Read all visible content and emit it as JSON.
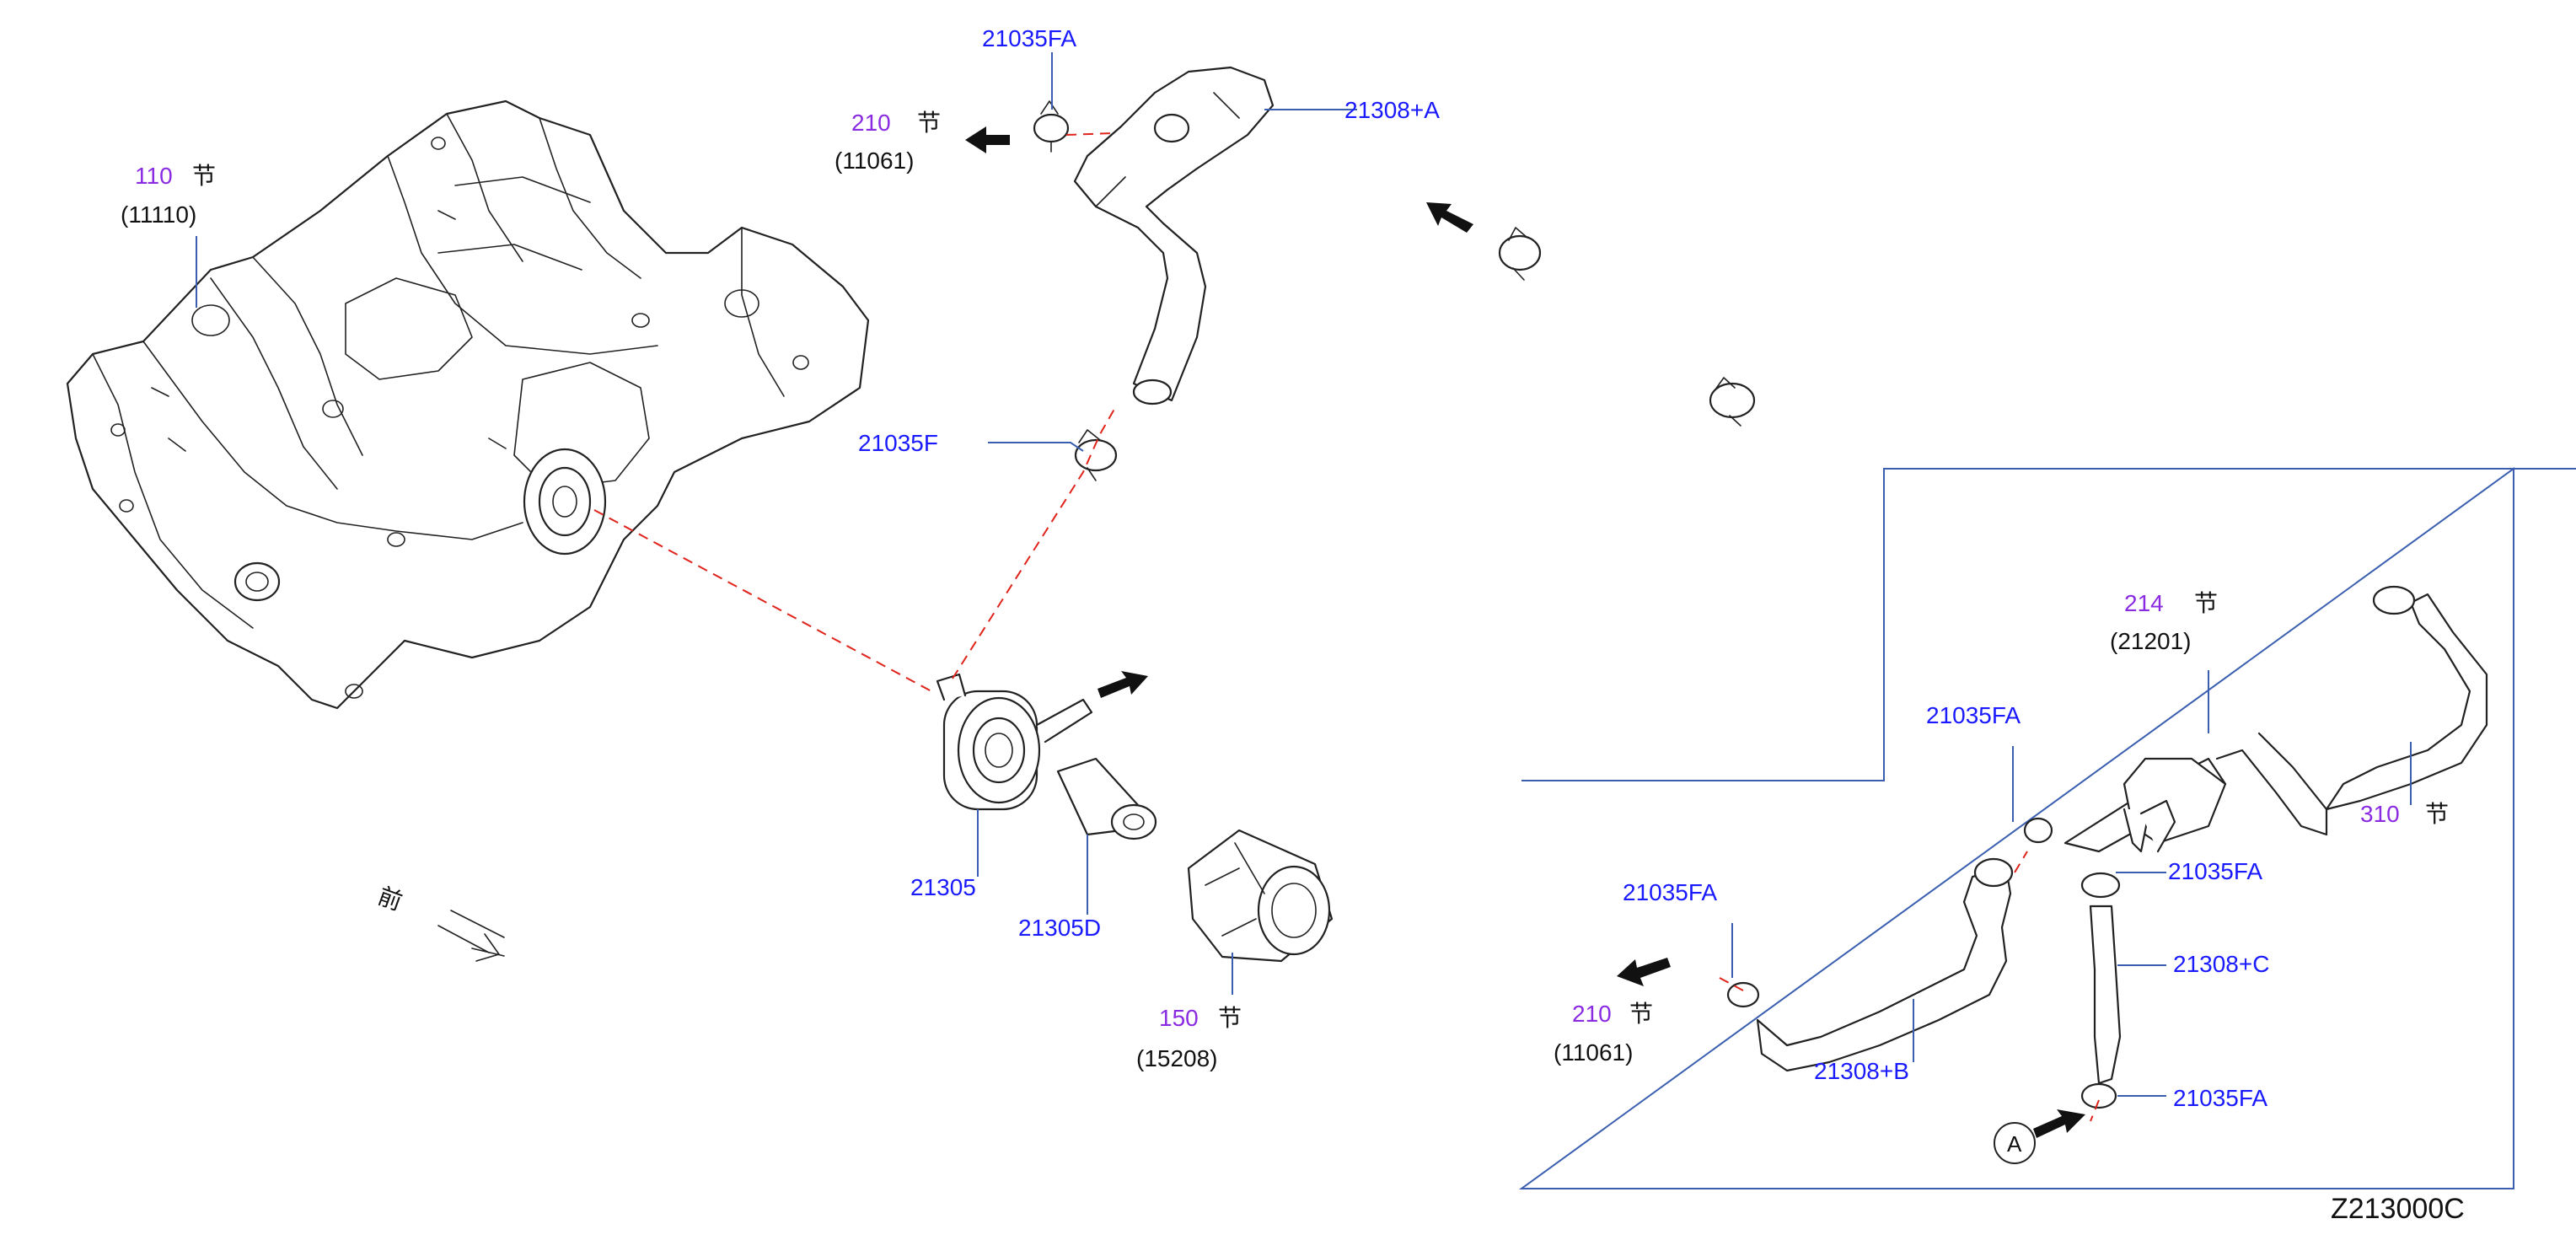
{
  "diagram": {
    "figure_code": "Z213000C",
    "front_label": "前",
    "section_suffix": "节",
    "callouts": {
      "engine_block_sec": "110",
      "engine_block_part": "(11110)",
      "hose_sec_top": "210",
      "hose_part_top": "(11061)",
      "clamp_fa_top": "21035FA",
      "hose_a": "21308+A",
      "clamp_f": "21035F",
      "oil_cooler": "21305",
      "connector": "21305D",
      "filter_sec": "150",
      "filter_part": "(15208)",
      "clamp_fa_inset_1": "21035FA",
      "clamp_fa_inset_2": "21035FA",
      "clamp_fa_inset_3": "21035FA",
      "clamp_fa_inset_4": "21035FA",
      "hose_b": "21308+B",
      "hose_c": "21308+C",
      "water_sec": "214",
      "water_part": "(21201)",
      "radiator_sec": "310",
      "hose_sec_inset": "210",
      "hose_part_inset": "(11061)",
      "view_marker": "A"
    }
  }
}
